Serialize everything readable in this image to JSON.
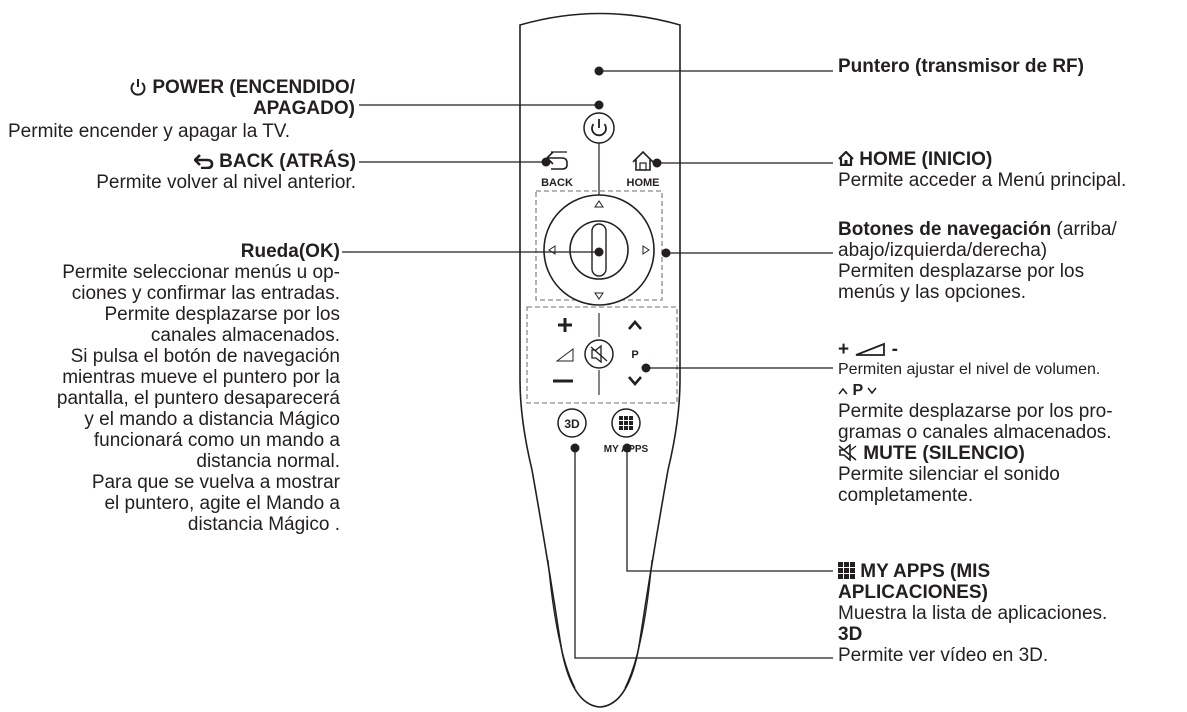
{
  "left": {
    "power": {
      "title1": "POWER (ENCENDIDO/",
      "title2": "APAGADO)",
      "desc": "Permite encender y apagar la TV."
    },
    "back": {
      "title": "BACK (ATRÁS)",
      "desc": "Permite volver al nivel anterior."
    },
    "wheel": {
      "title": "Rueda(OK)",
      "lines": [
        "Permite seleccionar menús u op-",
        "ciones y confirmar las entradas.",
        "Permite desplazarse por los",
        "canales almacenados.",
        "Si pulsa el botón de navegación",
        "mientras mueve el puntero por la",
        "pantalla, el puntero desaparecerá",
        "y el mando a distancia Mágico",
        "funcionará como un mando a",
        "distancia normal.",
        "Para que se vuelva a mostrar",
        "el puntero, agite el Mando a",
        "distancia Mágico ."
      ]
    }
  },
  "right": {
    "pointer": {
      "title": "Puntero (transmisor de RF)"
    },
    "home": {
      "title": "HOME (INICIO)",
      "desc": "Permite acceder a Menú principal."
    },
    "nav": {
      "title_bold": "Botones de navegación",
      "title_rest": " (arriba/",
      "lines": [
        "abajo/izquierda/derecha)",
        "Permiten desplazarse por los",
        "menús y las opciones."
      ]
    },
    "volume": {
      "plus": "+",
      "minus": "-",
      "desc": "Permiten ajustar el nivel de volumen.",
      "p_label": "P",
      "p_desc1": "Permite desplazarse por los pro-",
      "p_desc2": "gramas o canales almacenados.",
      "mute_title": "MUTE (SILENCIO)",
      "mute_desc1": "Permite silenciar el sonido",
      "mute_desc2": "completamente."
    },
    "myapps": {
      "title1": "MY APPS (MIS",
      "title2": "APLICACIONES)",
      "desc": "Muestra la lista de aplicaciones."
    },
    "threed": {
      "title": "3D",
      "desc": "Permite ver vídeo en 3D."
    }
  },
  "remote": {
    "back_label": "BACK",
    "home_label": "HOME",
    "p_label": "P",
    "threed_label": "3D",
    "myapps_label": "MY APPS"
  }
}
